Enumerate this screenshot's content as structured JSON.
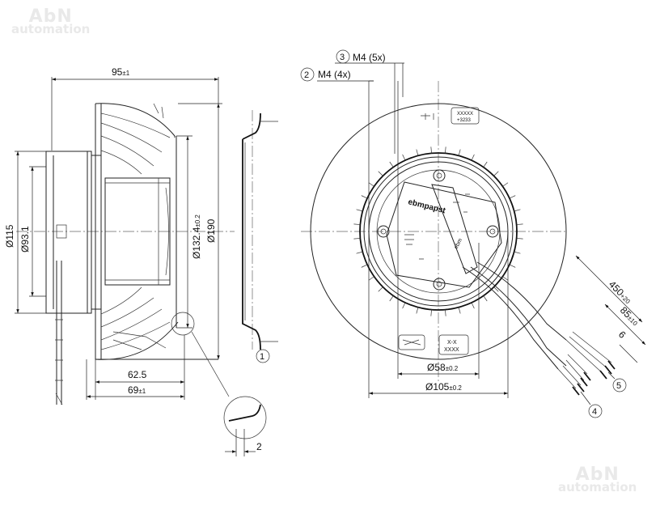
{
  "watermark": {
    "brand": "AbN",
    "tagline": "automation"
  },
  "dimensions": {
    "width_overall": {
      "value": "95",
      "tol": "±1"
    },
    "width_62": {
      "value": "62.5",
      "tol": ""
    },
    "width_69": {
      "value": "69",
      "tol": "±1"
    },
    "dia_115": {
      "value": "Ø115",
      "tol": ""
    },
    "dia_93": {
      "value": "Ø93.1",
      "tol": ""
    },
    "dia_132": {
      "value": "Ø132.4",
      "tol": "±0.2"
    },
    "dia_190": {
      "value": "Ø190",
      "tol": ""
    },
    "dia_58": {
      "value": "Ø58",
      "tol": "±0.2"
    },
    "dia_105": {
      "value": "Ø105",
      "tol": "±0.2"
    },
    "cable_450": {
      "value": "450",
      "tol": "+20"
    },
    "cable_85": {
      "value": "85",
      "tol": "±10"
    },
    "cable_6": {
      "value": "6",
      "tol": ""
    },
    "detail_2": {
      "value": "2",
      "tol": ""
    }
  },
  "callouts": {
    "c1": {
      "num": "1",
      "text": ""
    },
    "c2": {
      "num": "2",
      "text": "M4 (4x)"
    },
    "c3": {
      "num": "3",
      "text": "M4 (5x)"
    },
    "c4": {
      "num": "4",
      "text": ""
    },
    "c5": {
      "num": "5",
      "text": ""
    }
  },
  "label_plates": {
    "plate1_line1": "XXXXX",
    "plate1_line2": "+3233",
    "plate2_line1": "X-X",
    "plate2_line2": "XXXX",
    "motor_brand": "ebmpapst",
    "side_mark": "ebm"
  }
}
